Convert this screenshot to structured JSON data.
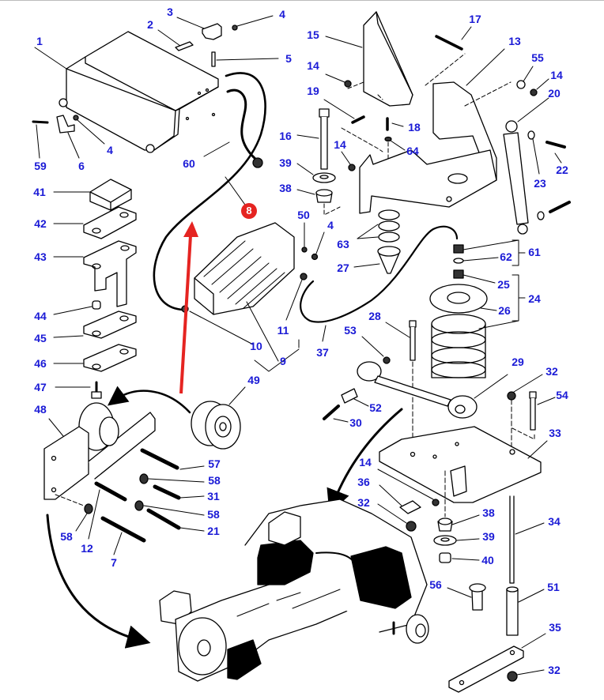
{
  "diagram": {
    "title": "Cab suspension / mounting parts – exploded view",
    "label_color": "#1a1ad6",
    "highlight_color": "#e52421",
    "pointer_arrow_color": "#e52421",
    "highlighted_part": "8",
    "callouts": [
      {
        "id": "c1",
        "text": "1"
      },
      {
        "id": "c2",
        "text": "2"
      },
      {
        "id": "c3",
        "text": "3"
      },
      {
        "id": "c4a",
        "text": "4"
      },
      {
        "id": "c5",
        "text": "5"
      },
      {
        "id": "c4b",
        "text": "4"
      },
      {
        "id": "c59",
        "text": "59"
      },
      {
        "id": "c6",
        "text": "6"
      },
      {
        "id": "c60",
        "text": "60"
      },
      {
        "id": "c15",
        "text": "15"
      },
      {
        "id": "c14a",
        "text": "14"
      },
      {
        "id": "c19",
        "text": "19"
      },
      {
        "id": "c16",
        "text": "16"
      },
      {
        "id": "c14b",
        "text": "14"
      },
      {
        "id": "c39a",
        "text": "39"
      },
      {
        "id": "c38a",
        "text": "38"
      },
      {
        "id": "c18",
        "text": "18"
      },
      {
        "id": "c64",
        "text": "64"
      },
      {
        "id": "c17",
        "text": "17"
      },
      {
        "id": "c13",
        "text": "13"
      },
      {
        "id": "c55",
        "text": "55"
      },
      {
        "id": "c14c",
        "text": "14"
      },
      {
        "id": "c20",
        "text": "20"
      },
      {
        "id": "c22",
        "text": "22"
      },
      {
        "id": "c23",
        "text": "23"
      },
      {
        "id": "c41",
        "text": "41"
      },
      {
        "id": "c42",
        "text": "42"
      },
      {
        "id": "c43",
        "text": "43"
      },
      {
        "id": "c44",
        "text": "44"
      },
      {
        "id": "c45",
        "text": "45"
      },
      {
        "id": "c46",
        "text": "46"
      },
      {
        "id": "c50",
        "text": "50"
      },
      {
        "id": "c4c",
        "text": "4"
      },
      {
        "id": "c63",
        "text": "63"
      },
      {
        "id": "c27",
        "text": "27"
      },
      {
        "id": "c11",
        "text": "11"
      },
      {
        "id": "c10",
        "text": "10"
      },
      {
        "id": "c9",
        "text": "9"
      },
      {
        "id": "c37",
        "text": "37"
      },
      {
        "id": "c61",
        "text": "61"
      },
      {
        "id": "c62",
        "text": "62"
      },
      {
        "id": "c25",
        "text": "25"
      },
      {
        "id": "c24",
        "text": "24"
      },
      {
        "id": "c26",
        "text": "26"
      },
      {
        "id": "c28",
        "text": "28"
      },
      {
        "id": "c53",
        "text": "53"
      },
      {
        "id": "c29",
        "text": "29"
      },
      {
        "id": "c32a",
        "text": "32"
      },
      {
        "id": "c54",
        "text": "54"
      },
      {
        "id": "c47",
        "text": "47"
      },
      {
        "id": "c49",
        "text": "49"
      },
      {
        "id": "c48",
        "text": "48"
      },
      {
        "id": "c52",
        "text": "52"
      },
      {
        "id": "c30",
        "text": "30"
      },
      {
        "id": "c33",
        "text": "33"
      },
      {
        "id": "c57",
        "text": "57"
      },
      {
        "id": "c58a",
        "text": "58"
      },
      {
        "id": "c31",
        "text": "31"
      },
      {
        "id": "c58b",
        "text": "58"
      },
      {
        "id": "c21",
        "text": "21"
      },
      {
        "id": "c58c",
        "text": "58"
      },
      {
        "id": "c12",
        "text": "12"
      },
      {
        "id": "c7",
        "text": "7"
      },
      {
        "id": "c14d",
        "text": "14"
      },
      {
        "id": "c36",
        "text": "36"
      },
      {
        "id": "c32b",
        "text": "32"
      },
      {
        "id": "c38b",
        "text": "38"
      },
      {
        "id": "c39b",
        "text": "39"
      },
      {
        "id": "c40",
        "text": "40"
      },
      {
        "id": "c34",
        "text": "34"
      },
      {
        "id": "c56",
        "text": "56"
      },
      {
        "id": "c51",
        "text": "51"
      },
      {
        "id": "c35",
        "text": "35"
      },
      {
        "id": "c32c",
        "text": "32"
      }
    ]
  }
}
